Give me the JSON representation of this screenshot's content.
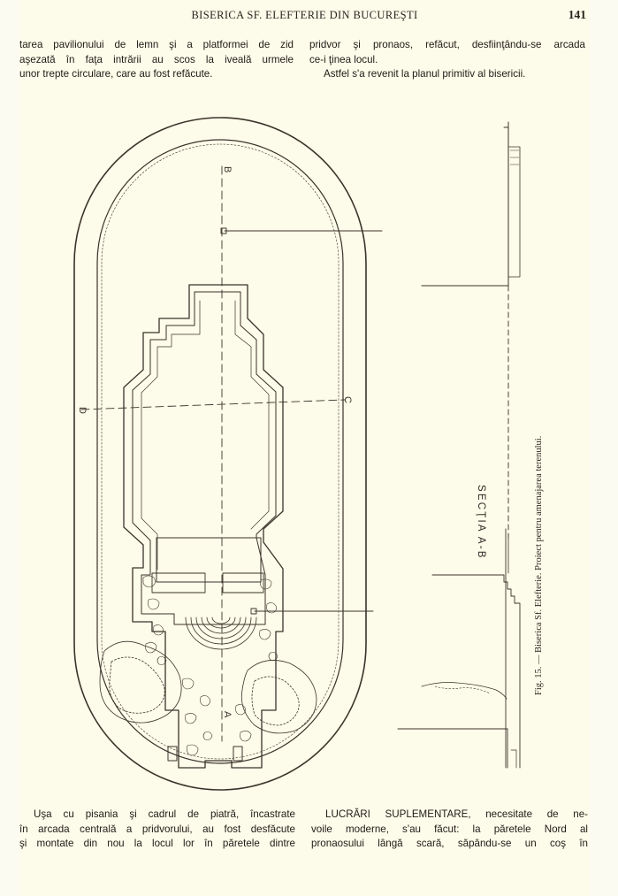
{
  "header": {
    "title": "BISERICA SF. ELEFTERIE DIN BUCUREŞTI",
    "page_number": "141"
  },
  "top_left": {
    "lines": [
      "tarea pavilionului de lemn şi a platformei de zid",
      "aşezată în faţa intrării au scos la iveală urmele",
      "unor trepte circulare, care au fost refăcute."
    ]
  },
  "top_right": {
    "lines": [
      "pridvor şi pronaos, refăcut, desfiinţându-se arcada",
      "ce-i ţinea locul.",
      "Astfel s'a revenit la planul primitiv al bisericii."
    ]
  },
  "figure": {
    "plan_labels": {
      "b_top": "B",
      "b_bottom": "A",
      "d_left": "D",
      "c_right": "C"
    },
    "section_label": "SECŢIA A-B",
    "caption": "Fig. 15. — Biserica Sf. Elefterie. Proiect pentru amenajarea terenului."
  },
  "bottom_left": {
    "lines": [
      "Uşa cu pisania şi cadrul de piatră, încastrate",
      "în arcada centrală a pridvorului, au fost desfăcute",
      "şi montate din nou la locul lor în păretele dintre"
    ]
  },
  "bottom_right": {
    "lines": [
      "LUCRĂRI SUPLEMENTARE, necesitate de ne-",
      "voile moderne, s'au făcut: la păretele Nord al",
      "pronaosului lângă scară, săpându-se un coş în"
    ]
  },
  "colors": {
    "paper": "#fdfbe9",
    "ink": "#2a2520"
  }
}
